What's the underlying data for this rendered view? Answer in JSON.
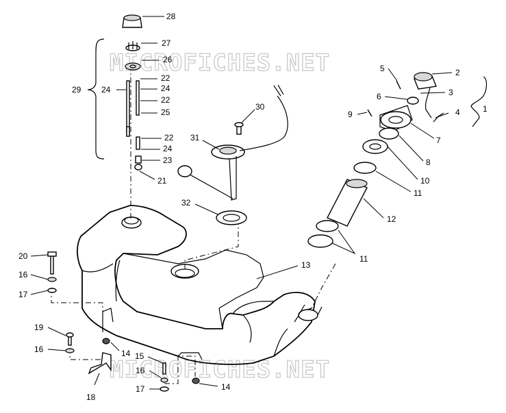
{
  "watermark": "MICROFICHES.NET",
  "callouts": [
    {
      "id": "c28",
      "text": "28"
    },
    {
      "id": "c27",
      "text": "27"
    },
    {
      "id": "c26",
      "text": "26"
    },
    {
      "id": "c22a",
      "text": "22"
    },
    {
      "id": "c24a",
      "text": "24"
    },
    {
      "id": "c24b",
      "text": "24"
    },
    {
      "id": "c22b",
      "text": "22"
    },
    {
      "id": "c25",
      "text": "25"
    },
    {
      "id": "c29",
      "text": "29"
    },
    {
      "id": "c22c",
      "text": "22"
    },
    {
      "id": "c24c",
      "text": "24"
    },
    {
      "id": "c23",
      "text": "23"
    },
    {
      "id": "c21",
      "text": "21"
    },
    {
      "id": "c30",
      "text": "30"
    },
    {
      "id": "c31",
      "text": "31"
    },
    {
      "id": "c32",
      "text": "32"
    },
    {
      "id": "c5",
      "text": "5"
    },
    {
      "id": "c2",
      "text": "2"
    },
    {
      "id": "c6",
      "text": "6"
    },
    {
      "id": "c3",
      "text": "3"
    },
    {
      "id": "c9",
      "text": "9"
    },
    {
      "id": "c4",
      "text": "4"
    },
    {
      "id": "c1",
      "text": "1"
    },
    {
      "id": "c7",
      "text": "7"
    },
    {
      "id": "c8",
      "text": "8"
    },
    {
      "id": "c10",
      "text": "10"
    },
    {
      "id": "c11a",
      "text": "11"
    },
    {
      "id": "c12",
      "text": "12"
    },
    {
      "id": "c11b",
      "text": "11"
    },
    {
      "id": "c13",
      "text": "13"
    },
    {
      "id": "c20",
      "text": "20"
    },
    {
      "id": "c16a",
      "text": "16"
    },
    {
      "id": "c17a",
      "text": "17"
    },
    {
      "id": "c19",
      "text": "19"
    },
    {
      "id": "c16b",
      "text": "16"
    },
    {
      "id": "c14a",
      "text": "14"
    },
    {
      "id": "c15",
      "text": "15"
    },
    {
      "id": "c16c",
      "text": "16"
    },
    {
      "id": "c17b",
      "text": "17"
    },
    {
      "id": "c14b",
      "text": "14"
    },
    {
      "id": "c18",
      "text": "18"
    }
  ]
}
